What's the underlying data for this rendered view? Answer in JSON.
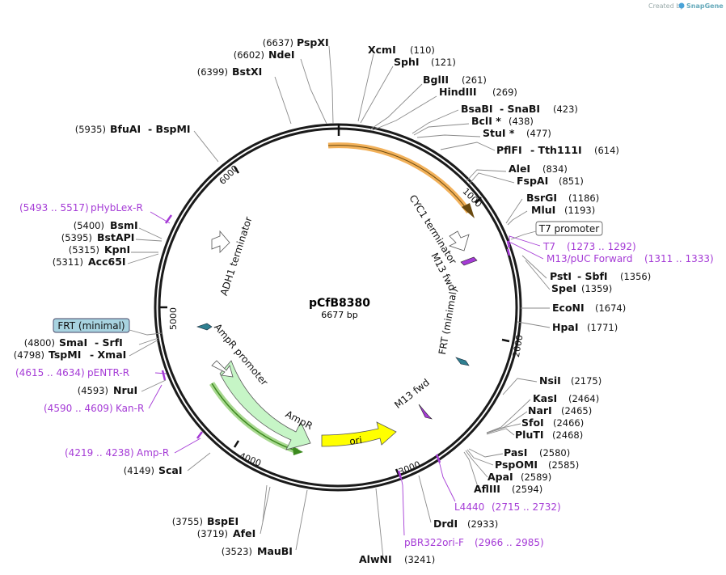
{
  "credit": {
    "prefix": "Created by",
    "brand": "SnapGene"
  },
  "plasmid": {
    "name": "pCfB8380",
    "size_label": "6677 bp"
  },
  "ticks": [
    {
      "label": "1000"
    },
    {
      "label": "2000"
    },
    {
      "label": "3000"
    },
    {
      "label": "4000"
    },
    {
      "label": "5000"
    },
    {
      "label": "6000"
    }
  ],
  "sites": [
    {
      "name": "PspXI",
      "pos": "(6637)"
    },
    {
      "name": "NdeI",
      "pos": "(6602)"
    },
    {
      "name": "BstXI",
      "pos": "(6399)"
    },
    {
      "name": "XcmI",
      "pos": "(110)"
    },
    {
      "name": "SphI",
      "pos": "(121)"
    },
    {
      "name": "BglII",
      "pos": "(261)"
    },
    {
      "name": "HindIII",
      "pos": "(269)"
    },
    {
      "name": "BsaBI",
      "pos": "(423)",
      "name2": "SnaBI"
    },
    {
      "name": "BclI *",
      "pos": "(438)"
    },
    {
      "name": "StuI *",
      "pos": "(477)"
    },
    {
      "name": "PflFI",
      "pos": "(614)",
      "name2": "Tth111I"
    },
    {
      "name": "BfuAI",
      "pos": "(5935)",
      "name2": "BspMI"
    },
    {
      "name": "AleI",
      "pos": "(834)"
    },
    {
      "name": "FspAI",
      "pos": "(851)"
    },
    {
      "name": "BsrGI",
      "pos": "(1186)"
    },
    {
      "name": "MluI",
      "pos": "(1193)"
    },
    {
      "name": "BsmI",
      "pos": "(5400)"
    },
    {
      "name": "BstAPI",
      "pos": "(5395)"
    },
    {
      "name": "KpnI",
      "pos": "(5315)"
    },
    {
      "name": "Acc65I",
      "pos": "(5311)"
    },
    {
      "name": "PstI",
      "pos": "(1356)",
      "name2": "SbfI"
    },
    {
      "name": "SpeI",
      "pos": "(1359)"
    },
    {
      "name": "EcoNI",
      "pos": "(1674)"
    },
    {
      "name": "HpaI",
      "pos": "(1771)"
    },
    {
      "name": "SmaI",
      "pos": "(4800)",
      "name2": "SrfI"
    },
    {
      "name": "TspMI",
      "pos": "(4798)",
      "name2": "XmaI"
    },
    {
      "name": "NruI",
      "pos": "(4593)"
    },
    {
      "name": "NsiI",
      "pos": "(2175)"
    },
    {
      "name": "KasI",
      "pos": "(2464)"
    },
    {
      "name": "NarI",
      "pos": "(2465)"
    },
    {
      "name": "SfoI",
      "pos": "(2466)"
    },
    {
      "name": "PluTI",
      "pos": "(2468)"
    },
    {
      "name": "PasI",
      "pos": "(2580)"
    },
    {
      "name": "PspOMI",
      "pos": "(2585)"
    },
    {
      "name": "ApaI",
      "pos": "(2589)"
    },
    {
      "name": "AflIII",
      "pos": "(2594)"
    },
    {
      "name": "ScaI",
      "pos": "(4149)"
    },
    {
      "name": "DrdI",
      "pos": "(2933)"
    },
    {
      "name": "BspEI",
      "pos": "(3755)"
    },
    {
      "name": "AfeI",
      "pos": "(3719)"
    },
    {
      "name": "MauBI",
      "pos": "(3523)"
    },
    {
      "name": "AlwNI",
      "pos": "(3241)"
    }
  ],
  "primers": [
    {
      "name": "pHybLex-R",
      "range": "(5493 .. 5517)"
    },
    {
      "name": "T7",
      "range": "(1273 .. 1292)"
    },
    {
      "name": "M13/pUC Forward",
      "range": "(1311 .. 1333)"
    },
    {
      "name": "pENTR-R",
      "range": "(4615 .. 4634)"
    },
    {
      "name": "Kan-R",
      "range": "(4590 .. 4609)"
    },
    {
      "name": "Amp-R",
      "range": "(4219 .. 4238)"
    },
    {
      "name": "L4440",
      "range": "(2715 .. 2732)"
    },
    {
      "name": "pBR322ori-F",
      "range": "(2966 .. 2985)"
    }
  ],
  "boxed_features": [
    {
      "name": "T7 promoter"
    },
    {
      "name": "FRT (minimal)"
    }
  ],
  "features": [
    {
      "name": "ADH1 terminator"
    },
    {
      "name": "CYC1 terminator"
    },
    {
      "name": "M13 fwd"
    },
    {
      "name": "FRT (minimal)"
    },
    {
      "name": "AmpR promoter"
    },
    {
      "name": "AmpR"
    },
    {
      "name": "ori"
    },
    {
      "name": "M13 fwd"
    }
  ],
  "colors": {
    "backbone": "#1a1a1a",
    "primer": "#a53bd6",
    "orange_arrow": "#f2b15a",
    "green_arrow": "#3c8a1e",
    "ampr_fill": "#c6f5c6",
    "ori_fill": "#ffff00",
    "frt_fill": "#2f7f90",
    "frt_box": "#a8d3e0"
  },
  "icons": [
    "snapgene-logo-icon"
  ]
}
